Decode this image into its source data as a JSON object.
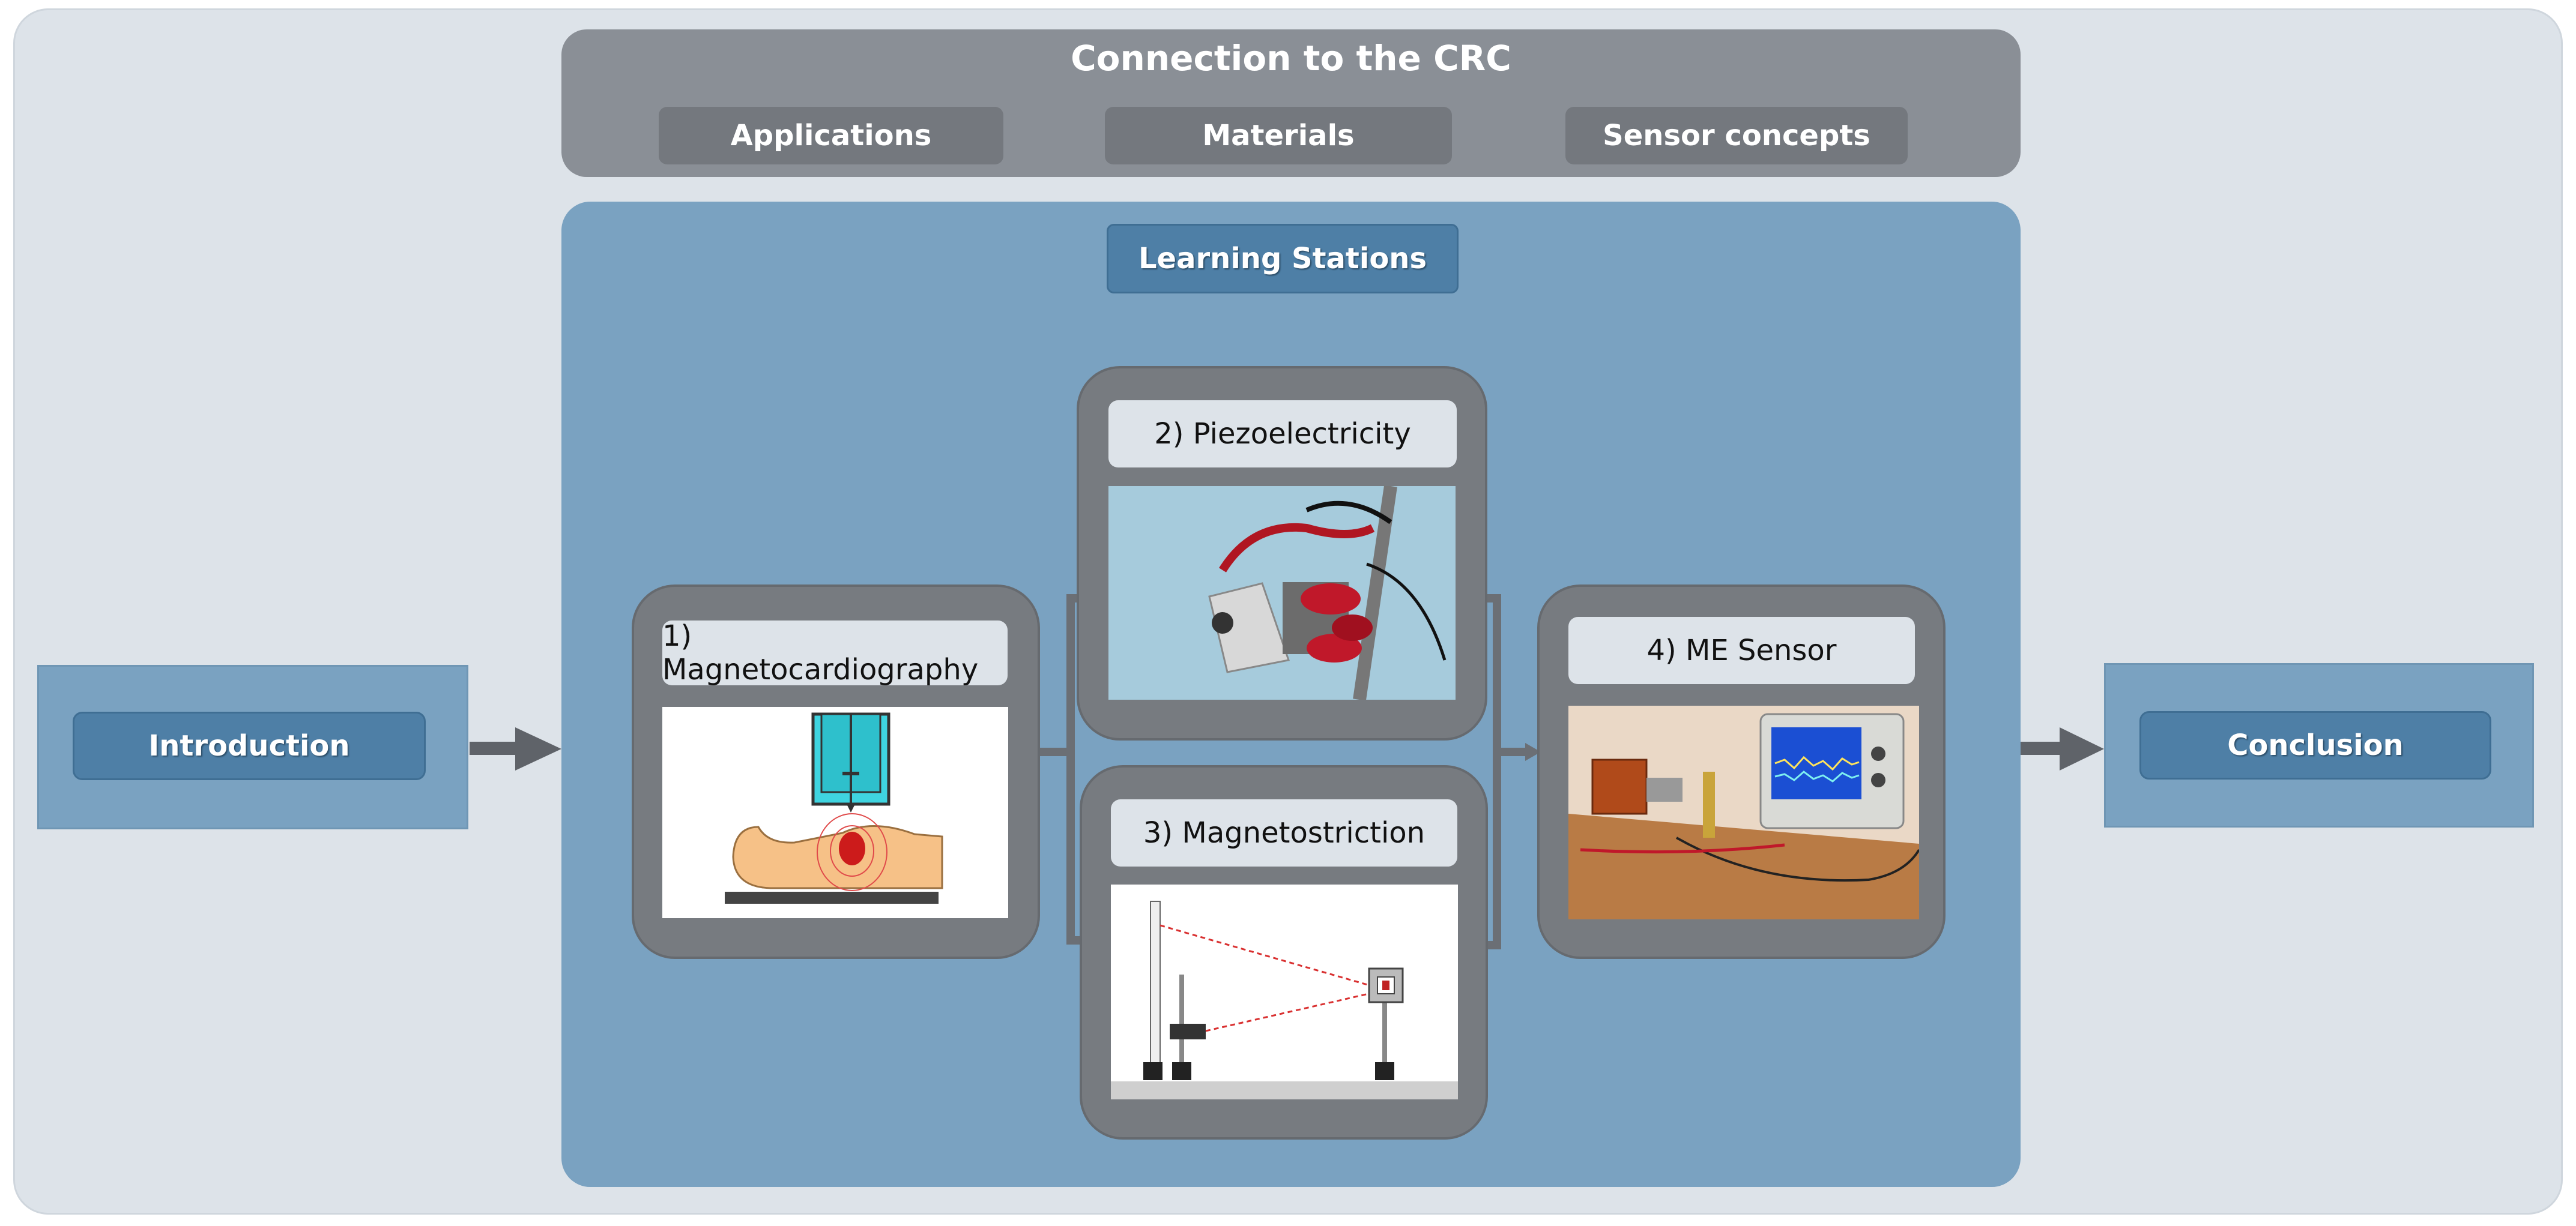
{
  "crc": {
    "title": "Connection to the CRC",
    "tabs": [
      "Applications",
      "Materials",
      "Sensor concepts"
    ]
  },
  "learning_stations": {
    "title": "Learning Stations",
    "stations": [
      {
        "label": "1) Magnetocardiography"
      },
      {
        "label": "2) Piezoelectricity"
      },
      {
        "label": "3) Magnetostriction"
      },
      {
        "label": "4) ME Sensor"
      }
    ]
  },
  "introduction": {
    "label": "Introduction"
  },
  "conclusion": {
    "label": "Conclusion"
  },
  "colors": {
    "background": "#dde3e9",
    "crc_panel": "#8a8f96",
    "crc_tab": "#74787e",
    "learning_panel": "#7aa2c1",
    "button": "#4e7fa6",
    "station_frame": "#777b80",
    "arrow": "#5f6369"
  }
}
